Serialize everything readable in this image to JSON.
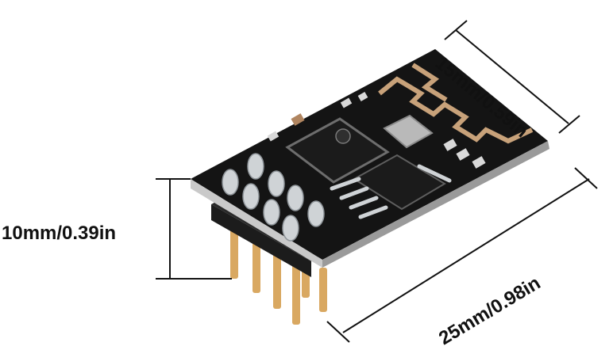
{
  "dimensions": {
    "height_label": "10mm/0.39in",
    "width_label": "15mm/0.59in",
    "length_label": "25mm/0.98in"
  },
  "colors": {
    "pcb": "#141414",
    "pcb_edge": "#c9c9c9",
    "antenna_trace": "#c8a27a",
    "pin_gold": "#d9a861",
    "pin_silver": "#cfd3d6",
    "chip": "#1b1b1b",
    "dimension_line": "#111111"
  }
}
